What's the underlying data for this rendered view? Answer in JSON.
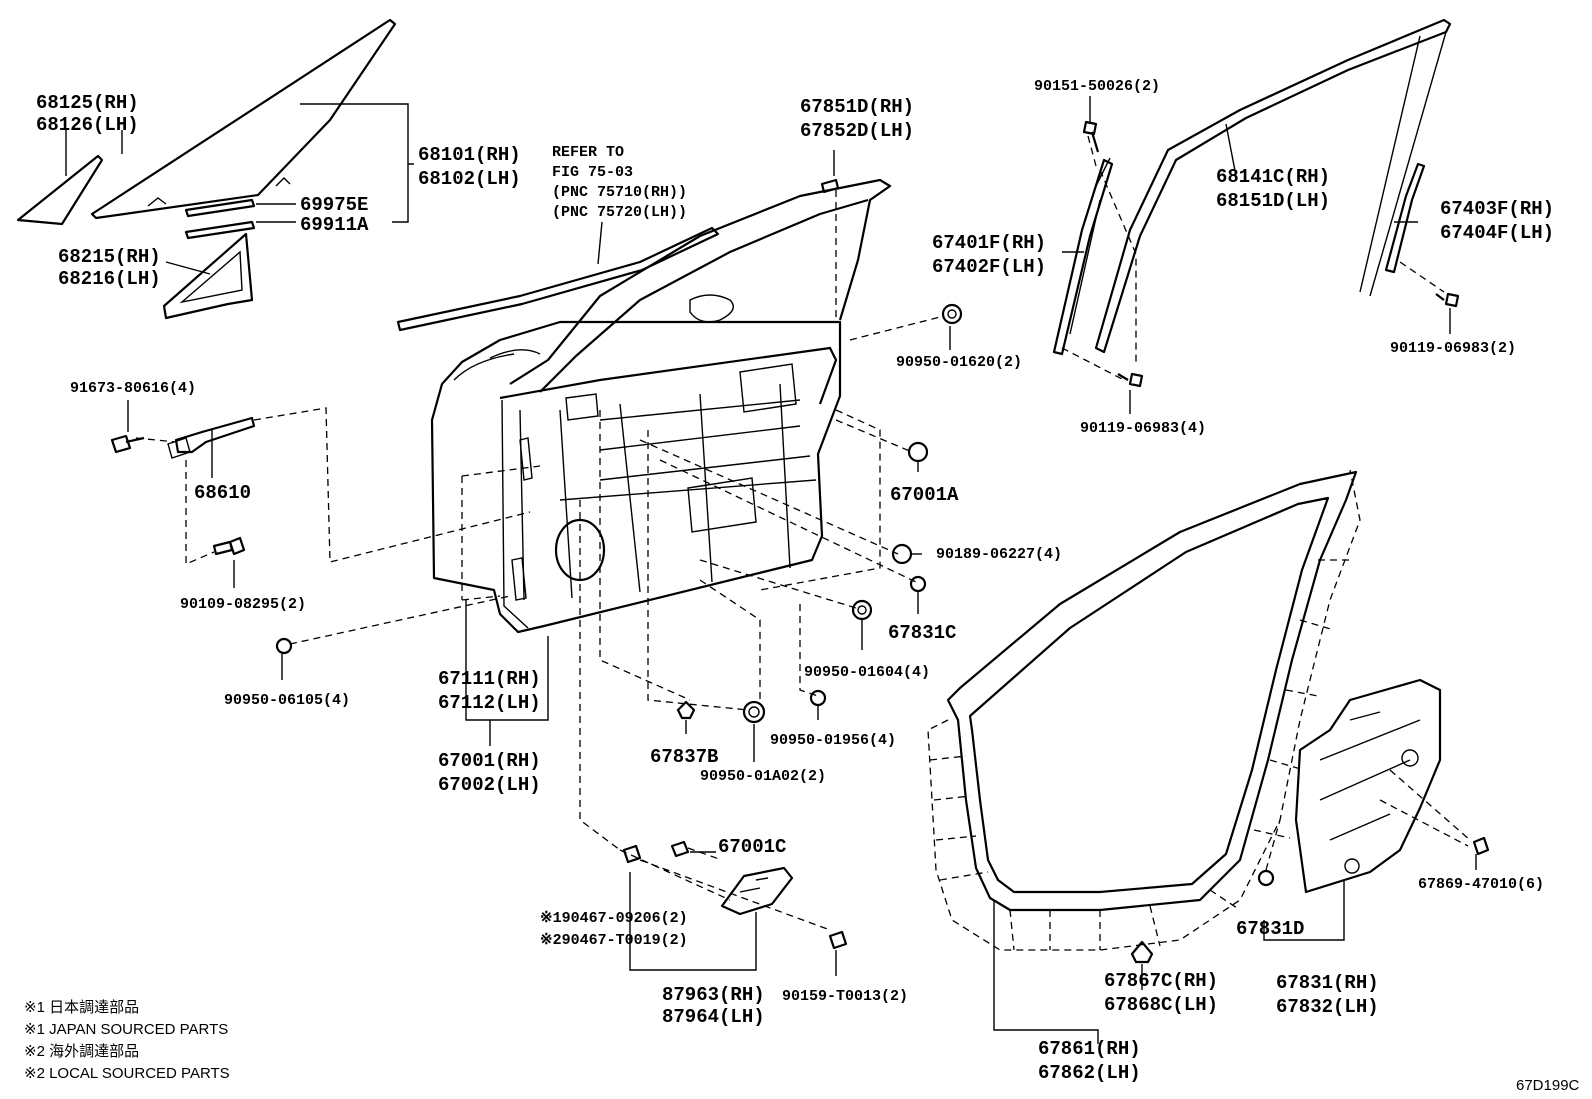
{
  "labels": {
    "l_68125": "68125(RH)",
    "l_68126": "68126(LH)",
    "l_68101": "68101(RH)",
    "l_68102": "68102(LH)",
    "l_69975E": "69975E",
    "l_69911A": "69911A",
    "l_68215": "68215(RH)",
    "l_68216": "68216(LH)",
    "l_refer1": "REFER TO",
    "l_refer2": "FIG 75-03",
    "l_refer3": "(PNC 75710(RH))",
    "l_refer4": "(PNC 75720(LH))",
    "l_67851D": "67851D(RH)",
    "l_67852D": "67852D(LH)",
    "l_90151": "90151-50026(2)",
    "l_68141C": "68141C(RH)",
    "l_68151D": "68151D(LH)",
    "l_67403F": "67403F(RH)",
    "l_67404F": "67404F(LH)",
    "l_67401F": "67401F(RH)",
    "l_67402F": "67402F(LH)",
    "l_90119a": "90119-06983(2)",
    "l_90950_01620": "90950-01620(2)",
    "l_90119b": "90119-06983(4)",
    "l_91673": "91673-80616(4)",
    "l_68610": "68610",
    "l_67001A": "67001A",
    "l_90189": "90189-06227(4)",
    "l_90109": "90109-08295(2)",
    "l_67831C": "67831C",
    "l_90950_06105": "90950-06105(4)",
    "l_67111": "67111(RH)",
    "l_67112": "67112(LH)",
    "l_90950_01604": "90950-01604(4)",
    "l_67001": "67001(RH)",
    "l_67002": "67002(LH)",
    "l_67837B": "67837B",
    "l_90950_01956": "90950-01956(4)",
    "l_90950_01A02": "90950-01A02(2)",
    "l_67001C": "67001C",
    "l_90467_09206": "※190467-09206(2)",
    "l_90467_T0019": "※290467-T0019(2)",
    "l_87963": "87963(RH)",
    "l_87964": "87964(LH)",
    "l_90159": "90159-T0013(2)",
    "l_67869": "67869-47010(6)",
    "l_67831D": "67831D",
    "l_67867C": "67867C(RH)",
    "l_67868C": "67868C(LH)",
    "l_67831": "67831(RH)",
    "l_67832": "67832(LH)",
    "l_67861": "67861(RH)",
    "l_67862": "67862(LH)"
  },
  "notes": {
    "n1": "※1 日本調達部品",
    "n2": "※1 JAPAN SOURCED PARTS",
    "n3": "※2 海外調達部品",
    "n4": "※2 LOCAL SOURCED PARTS"
  },
  "figure_code": "67D199C"
}
